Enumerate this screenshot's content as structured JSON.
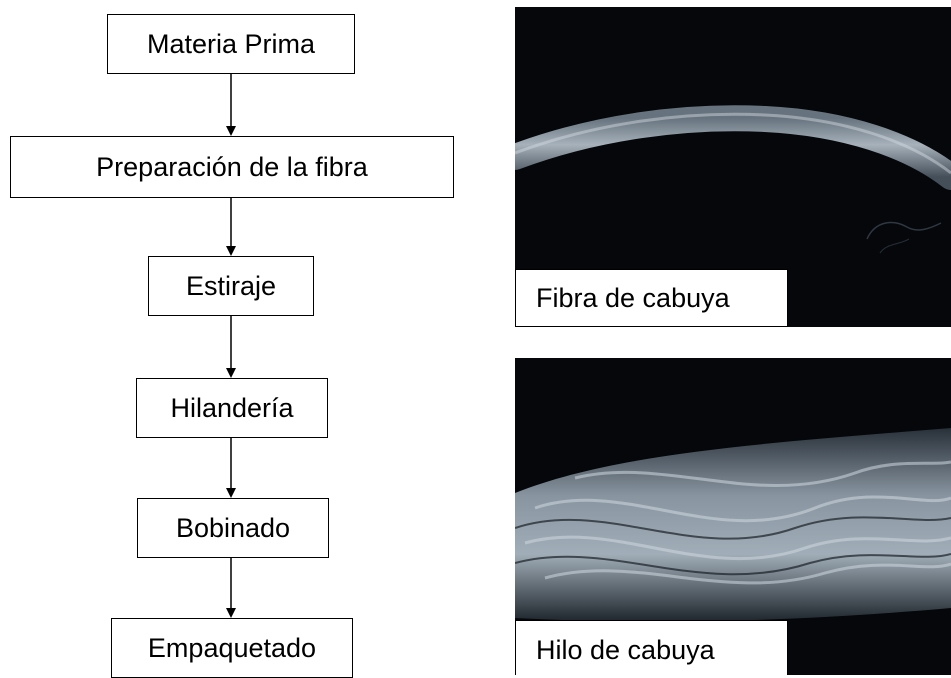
{
  "flowchart": {
    "steps": [
      "Materia Prima",
      "Preparación de la fibra",
      "Estiraje",
      "Hilandería",
      "Bobinado",
      "Empaquetado"
    ]
  },
  "photos": {
    "fibra": {
      "caption": "Fibra de cabuya"
    },
    "hilo": {
      "caption": "Hilo de cabuya"
    }
  },
  "colors": {
    "photo_background": "#05070a",
    "fiber": "#9aa8b4"
  }
}
